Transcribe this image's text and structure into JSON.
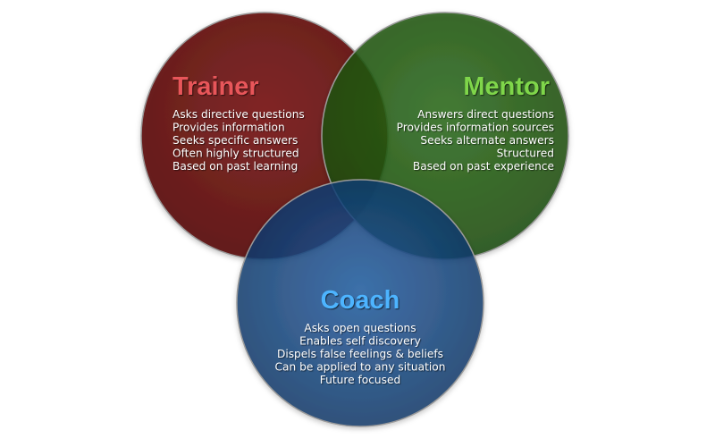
{
  "circles": [
    {
      "id": "trainer",
      "title": "Trainer",
      "title_color": "#e8565a",
      "fill_color": "#6a1313",
      "lines": [
        "Asks directive questions",
        "Provides information",
        "Seeks specific answers",
        "Often highly structured",
        "Based on past learning"
      ]
    },
    {
      "id": "mentor",
      "title": "Mentor",
      "title_color": "#7fd64a",
      "fill_color": "#1f5a10",
      "lines": [
        "Answers direct questions",
        "Provides information sources",
        "Seeks alternate answers",
        "Structured",
        "Based on past experience"
      ]
    },
    {
      "id": "coach",
      "title": "Coach",
      "title_color": "#4db4ff",
      "fill_color": "#14407a",
      "lines": [
        "Asks open questions",
        "Enables self discovery",
        "Dispels false feelings & beliefs",
        "Can be applied to any situation",
        "Future focused"
      ]
    }
  ]
}
